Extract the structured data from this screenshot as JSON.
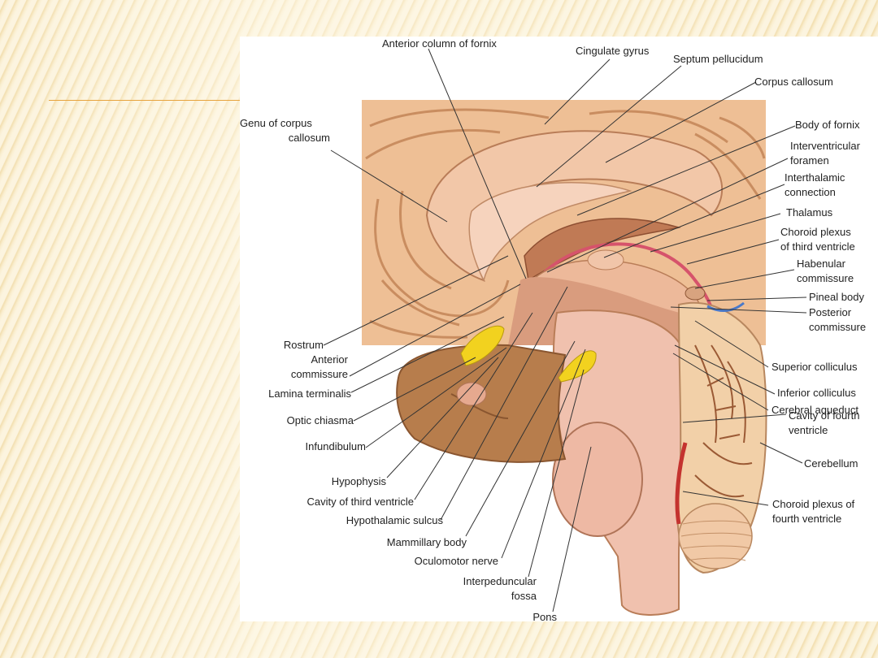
{
  "labels": {
    "anterior_column_of_fornix": "Anterior column of fornix",
    "cingulate_gyrus": "Cingulate gyrus",
    "septum_pellucidum": "Septum pellucidum",
    "corpus_callosum": "Corpus callosum",
    "genu_1": "Genu of corpus",
    "genu_2": "callosum",
    "body_of_fornix": "Body of fornix",
    "interventricular_1": "Interventricular",
    "interventricular_2": "foramen",
    "interthalamic_1": "Interthalamic",
    "interthalamic_2": "connection",
    "thalamus": "Thalamus",
    "choroid3_1": "Choroid plexus",
    "choroid3_2": "of third ventricle",
    "habenular_1": "Habenular",
    "habenular_2": "commissure",
    "pineal_body": "Pineal body",
    "posterior_1": "Posterior",
    "posterior_2": "commissure",
    "superior_colliculus": "Superior colliculus",
    "inferior_colliculus": "Inferior colliculus",
    "cerebral_aqueduct": "Cerebral aqueduct",
    "cavity4_1": "Cavity of fourth",
    "cavity4_2": "ventricle",
    "cerebellum": "Cerebellum",
    "choroid4_1": "Choroid plexus of",
    "choroid4_2": "fourth ventricle",
    "rostrum": "Rostrum",
    "anterior_commissure_1": "Anterior",
    "anterior_commissure_2": "commissure",
    "lamina_terminalis": "Lamina terminalis",
    "optic_chiasma": "Optic chiasma",
    "infundibulum": "Infundibulum",
    "hypophysis": "Hypophysis",
    "cavity_third_ventricle": "Cavity of third ventricle",
    "hypothalamic_sulcus": "Hypothalamic sulcus",
    "mammillary_body": "Mammillary body",
    "oculomotor_nerve": "Oculomotor nerve",
    "interpeduncular_1": "Interpeduncular",
    "interpeduncular_2": "fossa",
    "pons": "Pons"
  }
}
